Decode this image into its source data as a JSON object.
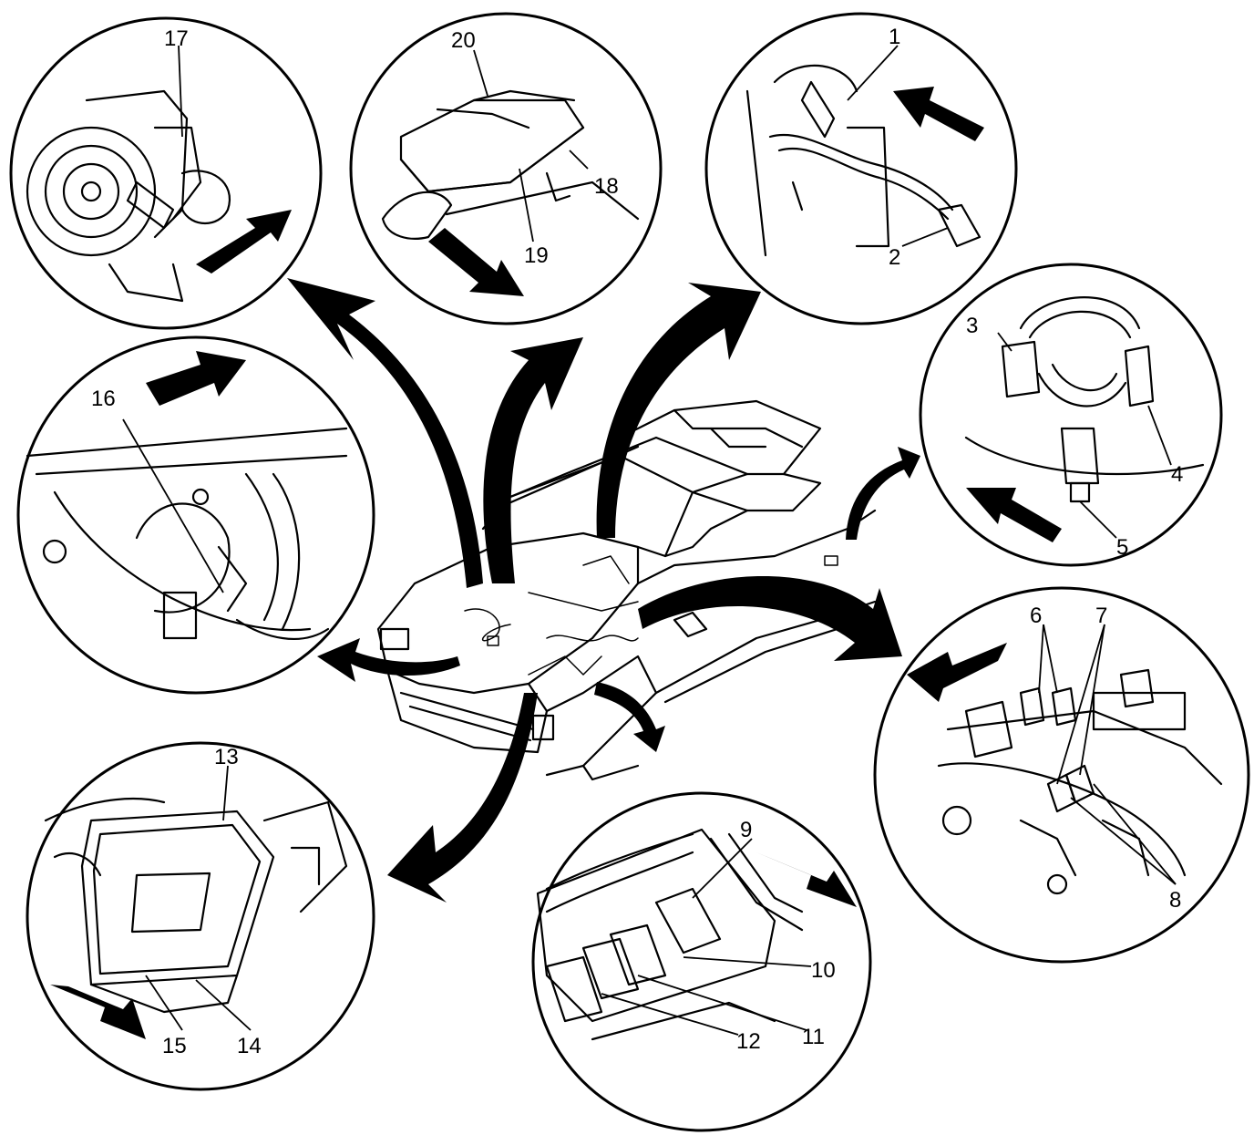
{
  "callouts": {
    "c1": "1",
    "c2": "2",
    "c3": "3",
    "c4": "4",
    "c5": "5",
    "c6": "6",
    "c7": "7",
    "c8": "8",
    "c9": "9",
    "c10": "10",
    "c11": "11",
    "c12": "12",
    "c13": "13",
    "c14": "14",
    "c15": "15",
    "c16": "16",
    "c17": "17",
    "c18": "18",
    "c19": "19",
    "c20": "20"
  },
  "colors": {
    "ink": "#000000",
    "background": "#ffffff"
  }
}
